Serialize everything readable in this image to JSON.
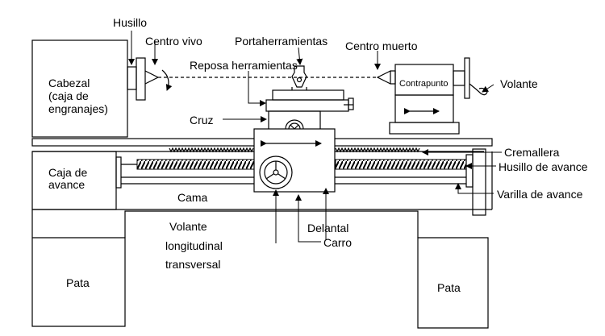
{
  "labels": {
    "husillo": "Husillo",
    "centro_vivo": "Centro vivo",
    "portaherramientas": "Portaherramientas",
    "centro_muerto": "Centro muerto",
    "reposa_herramientas": "Reposa herramientas",
    "cabezal_1": "Cabezal",
    "cabezal_2": "(caja de",
    "cabezal_3": "engranajes)",
    "contrapunto": "Contrapunto",
    "volante": "Volante",
    "cruz": "Cruz",
    "cremallera": "Cremallera",
    "caja_avance_1": "Caja de",
    "caja_avance_2": "avance",
    "husillo_avance": "Husillo de avance",
    "cama": "Cama",
    "varilla_avance": "Varilla de avance",
    "volante_long_1": "Volante",
    "volante_long_2": "longitudinal",
    "volante_long_3": "transversal",
    "delantal": "Delantal",
    "carro": "Carro",
    "pata_izq": "Pata",
    "pata_der": "Pata"
  },
  "colors": {
    "line": "#000000",
    "background": "#ffffff"
  }
}
